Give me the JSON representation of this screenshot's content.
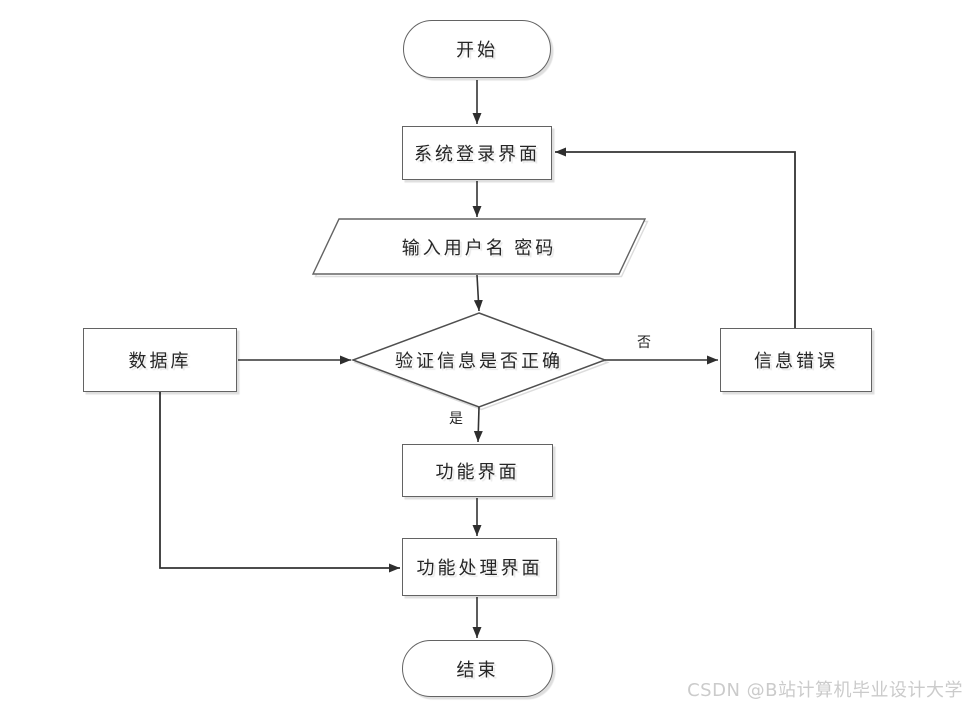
{
  "diagram": {
    "type": "flowchart",
    "language": "zh-CN"
  },
  "nodes": {
    "start": {
      "label": "开始",
      "shape": "stadium"
    },
    "login": {
      "label": "系统登录界面",
      "shape": "rectangle"
    },
    "input": {
      "label": "输入用户名 密码",
      "shape": "parallelogram"
    },
    "verify": {
      "label": "验证信息是否正确",
      "shape": "diamond"
    },
    "database": {
      "label": "数据库",
      "shape": "rectangle"
    },
    "error": {
      "label": "信息错误",
      "shape": "rectangle"
    },
    "func": {
      "label": "功能界面",
      "shape": "rectangle"
    },
    "funcproc": {
      "label": "功能处理界面",
      "shape": "rectangle"
    },
    "end": {
      "label": "结束",
      "shape": "stadium"
    }
  },
  "edges": {
    "yes_label": "是",
    "no_label": "否",
    "list": [
      "start -> login",
      "login -> input",
      "input -> verify",
      "verify -> func (是)",
      "verify -> error (否)",
      "error -> login",
      "database -> verify",
      "database -> funcproc",
      "func -> funcproc",
      "funcproc -> end"
    ]
  },
  "watermark": {
    "text": "CSDN @B站计算机毕业设计大学",
    "color": "#cbcbcb"
  },
  "colors": {
    "background": "#ffffff",
    "connector": "#333333",
    "shape_border": "#636363",
    "text": "#262626"
  }
}
